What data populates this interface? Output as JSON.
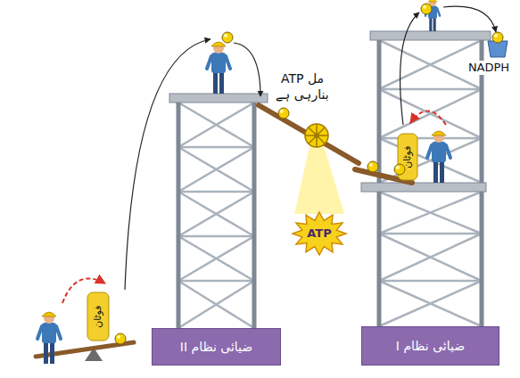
{
  "diagram": {
    "nodes": [
      {
        "text": [
          "ضیائی نظام II"
        ]
      },
      {
        "text": [
          "ضیائی نظام I"
        ]
      }
    ],
    "labels": [
      "ATP مل بنارہی ہے",
      "NADPH",
      "ATP",
      "فوٹان",
      "فوٹان"
    ]
  }
}
